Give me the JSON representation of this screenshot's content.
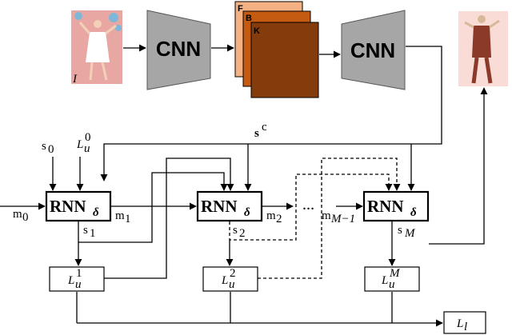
{
  "input": {
    "label": "I"
  },
  "cnn": {
    "label": "CNN"
  },
  "feature_maps": {
    "labels": [
      "F",
      "B",
      "K"
    ]
  },
  "rnn": {
    "base": "RNN",
    "sub": "δ"
  },
  "state": {
    "sc_base": "s",
    "sc_sup": "c"
  },
  "ellipsis": "…",
  "loss": {
    "base": "L",
    "sub": "u",
    "final_sub": "l"
  },
  "steps": [
    {
      "m": "m",
      "m_sub": "0",
      "s": "s",
      "s_sub": "1",
      "l_sup": "1"
    },
    {
      "m": "m",
      "m_sub": "1",
      "s": "s",
      "s_sub": "2",
      "l_sup": "2"
    },
    {
      "m": "m",
      "m_sub": "M−1",
      "s": "s",
      "s_sub": "M",
      "l_sup": "M"
    }
  ],
  "init": {
    "s": "s",
    "s_sub": "0",
    "l_sup": "0"
  },
  "colors": {
    "cnn_fill": "#a6a6a6",
    "fmap_front": "#843c0c",
    "fmap_mid": "#c55a11",
    "fmap_back": "#f4b183",
    "photo_bg": "#e8a7a3",
    "output_bg": "#f9dcd6",
    "figure": "#8b3a2a"
  }
}
